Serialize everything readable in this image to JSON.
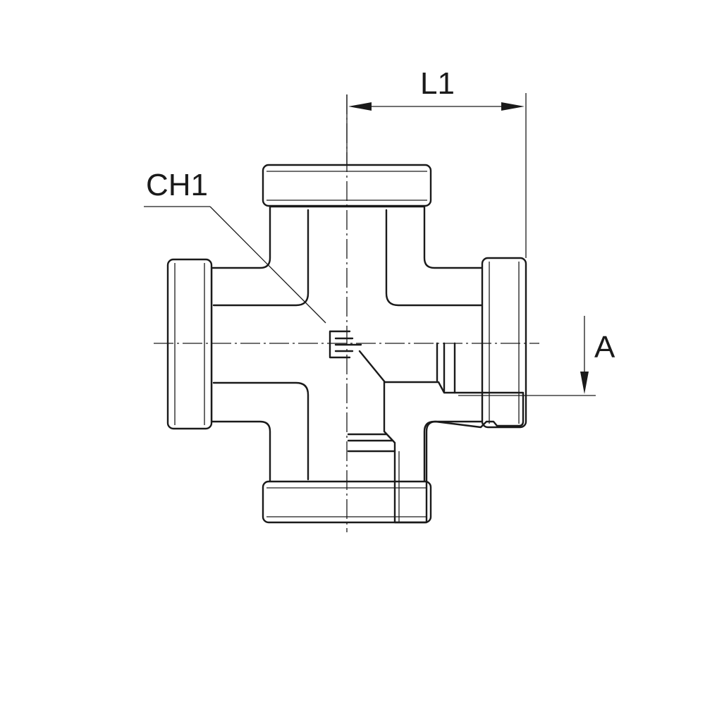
{
  "labels": {
    "ch1": "CH1",
    "l1": "L1",
    "a": "A"
  },
  "colors": {
    "line": "#1a1a1a",
    "background": "#ffffff"
  }
}
